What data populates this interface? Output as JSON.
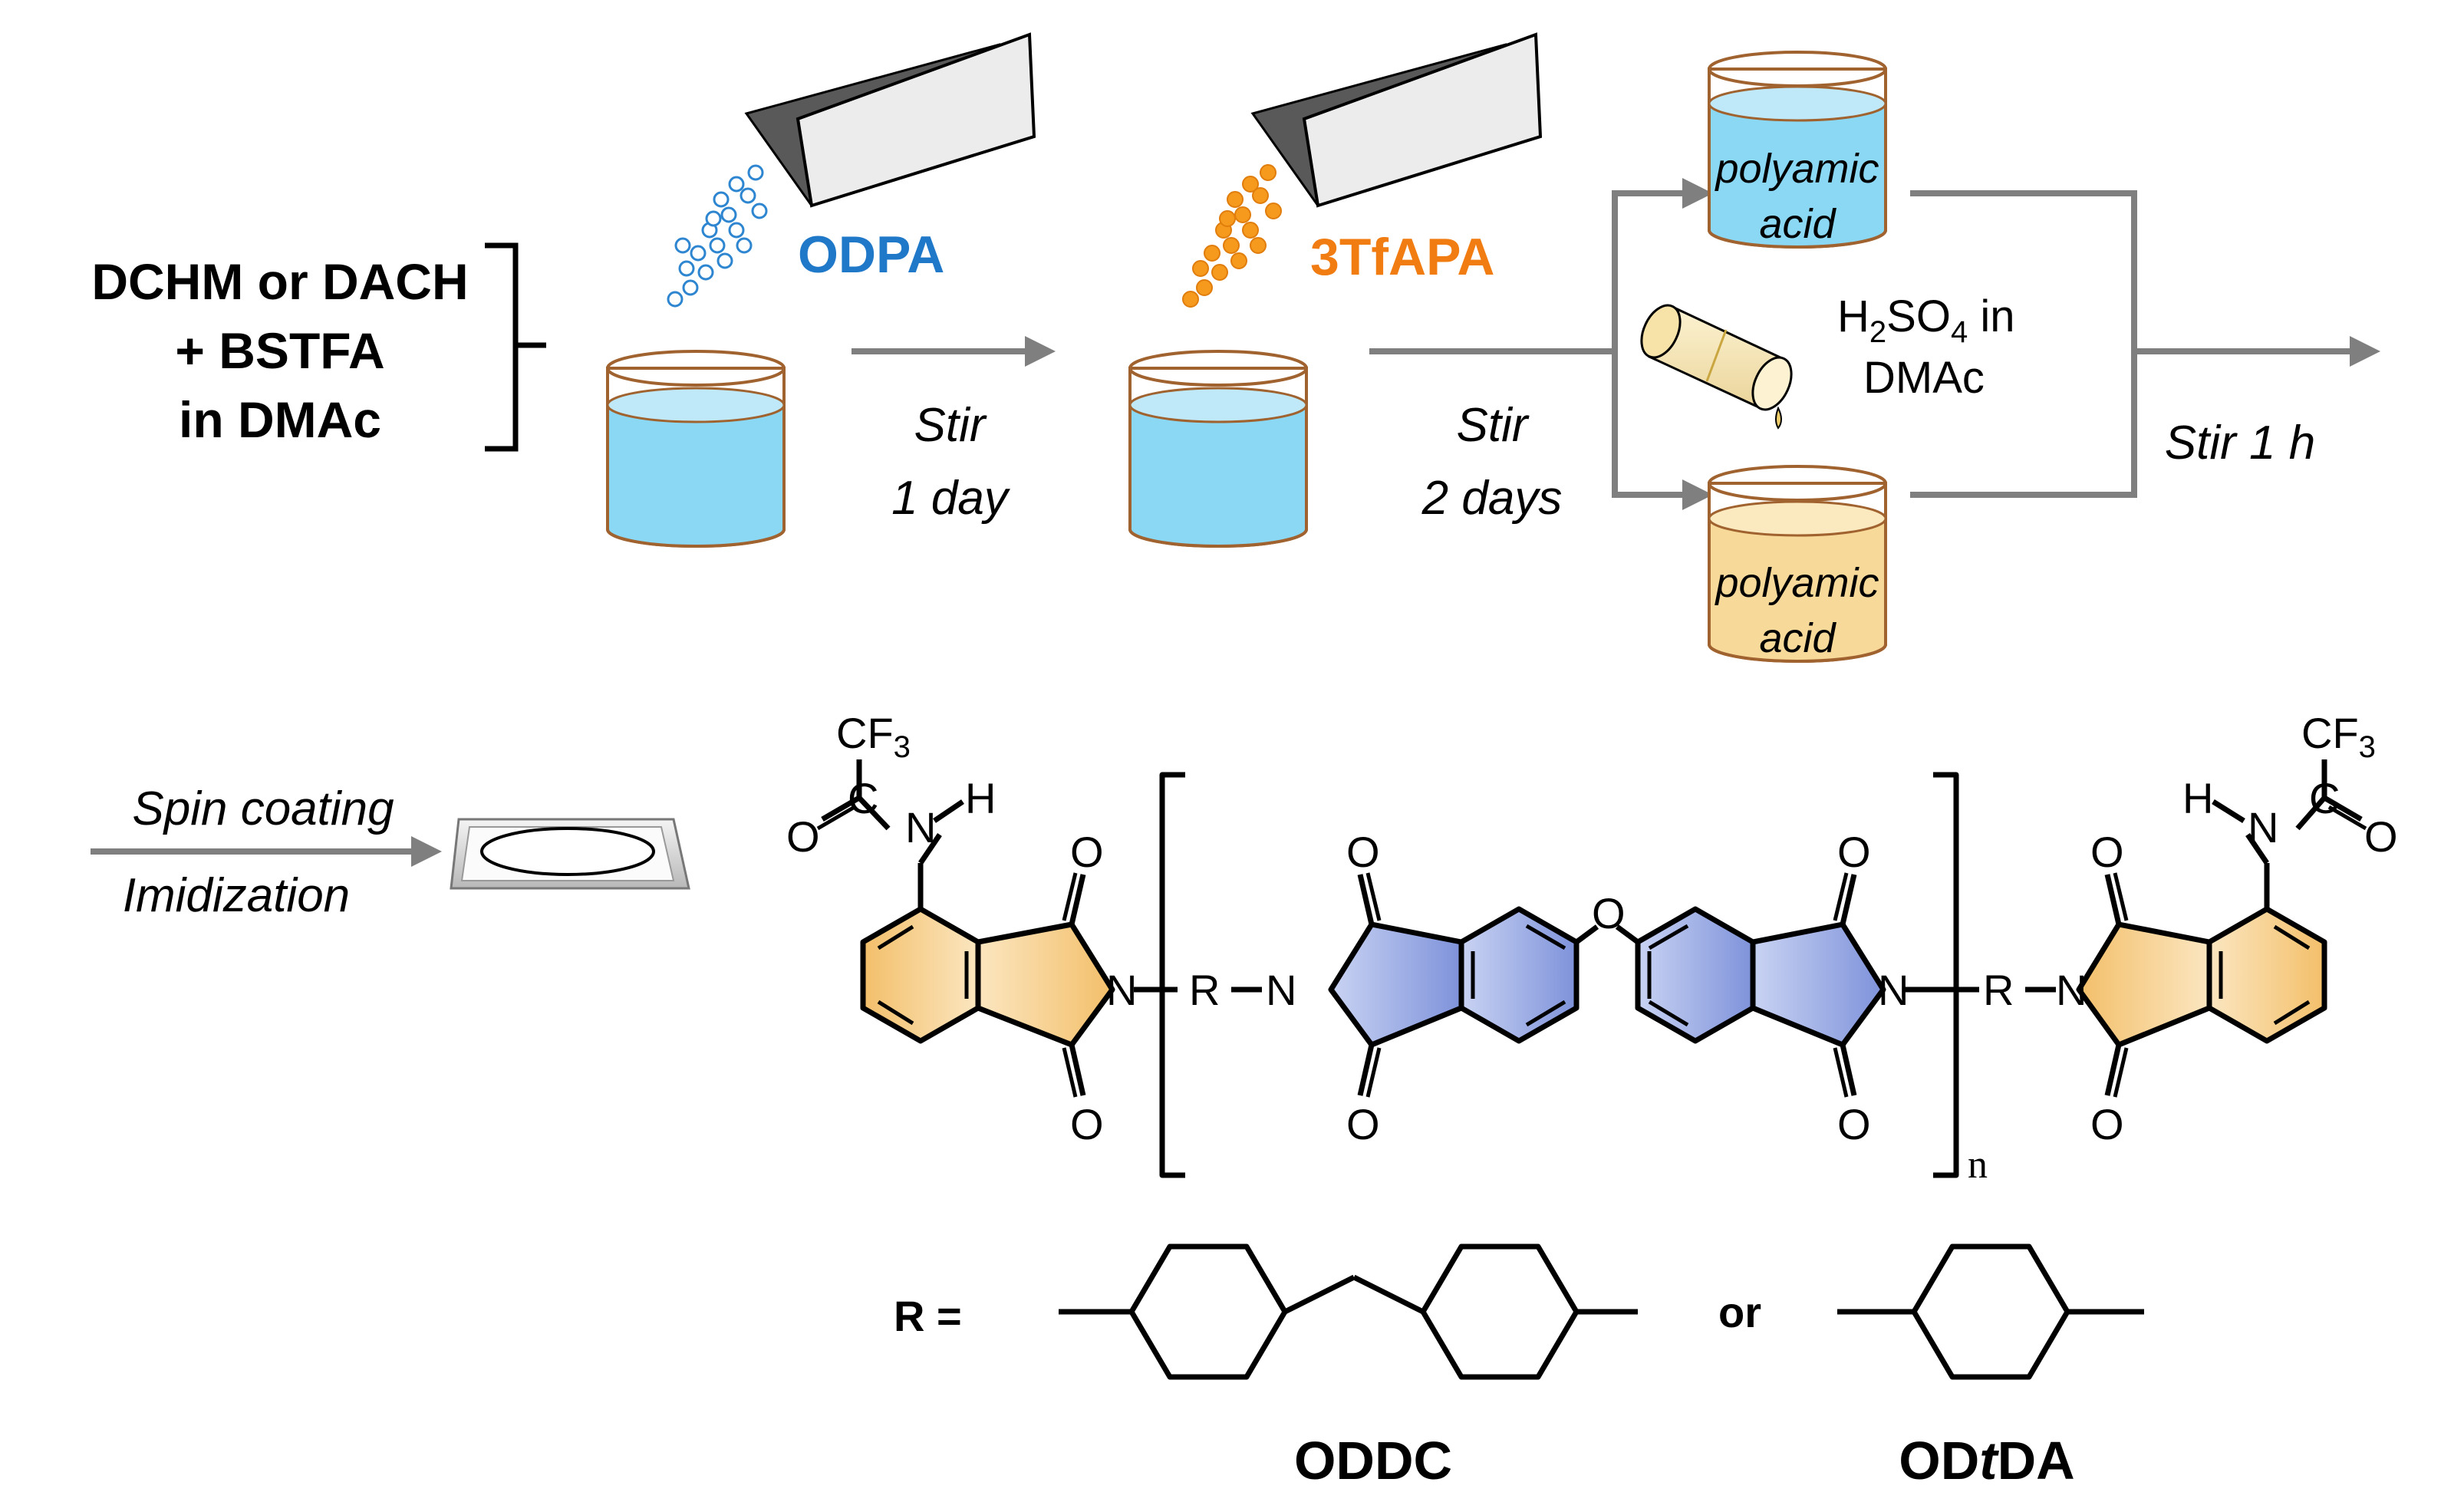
{
  "reagents": {
    "line1": "DCHM or DACH",
    "line2": "+ BSTFA",
    "line3": "in DMAc"
  },
  "additions": {
    "first": {
      "label": "ODPA",
      "color": "#1f78c8"
    },
    "second": {
      "label": "3TfAPA",
      "color": "#f07c12"
    }
  },
  "steps": {
    "stir1_line1": "Stir",
    "stir1_line2": "1 day",
    "stir2_line1": "Stir",
    "stir2_line2": "2 days",
    "stir3": "Stir 1 h",
    "spin": "Spin coating",
    "imid": "Imidization"
  },
  "beakers": {
    "top_line1": "polyamic",
    "top_line2": "acid",
    "bottom_line1": "polyamic",
    "bottom_line2": "acid"
  },
  "acid": {
    "h": "H",
    "sub2": "2",
    "so": "SO",
    "sub4": "4",
    "in": " in",
    "solvent": "DMAc"
  },
  "structure": {
    "cf3": "CF",
    "cf3_sub": "3",
    "atom_O": "O",
    "atom_N": "N",
    "atom_H": "H",
    "atom_C": "C",
    "atom_R": "R",
    "subscript_n": "n"
  },
  "r_group": {
    "label": "R =",
    "or": "or",
    "name1": "ODDC",
    "name2_a": "OD",
    "name2_b": "t",
    "name2_c": "DA"
  },
  "colors": {
    "liquid_blue": "#8ad8f4",
    "liquid_yellow": "#f7d999",
    "beaker_rim": "#a0622e",
    "ring_blue": "#8c9fde",
    "ring_orange": "#f5c979",
    "arrow_gray": "#7f7f7f"
  }
}
